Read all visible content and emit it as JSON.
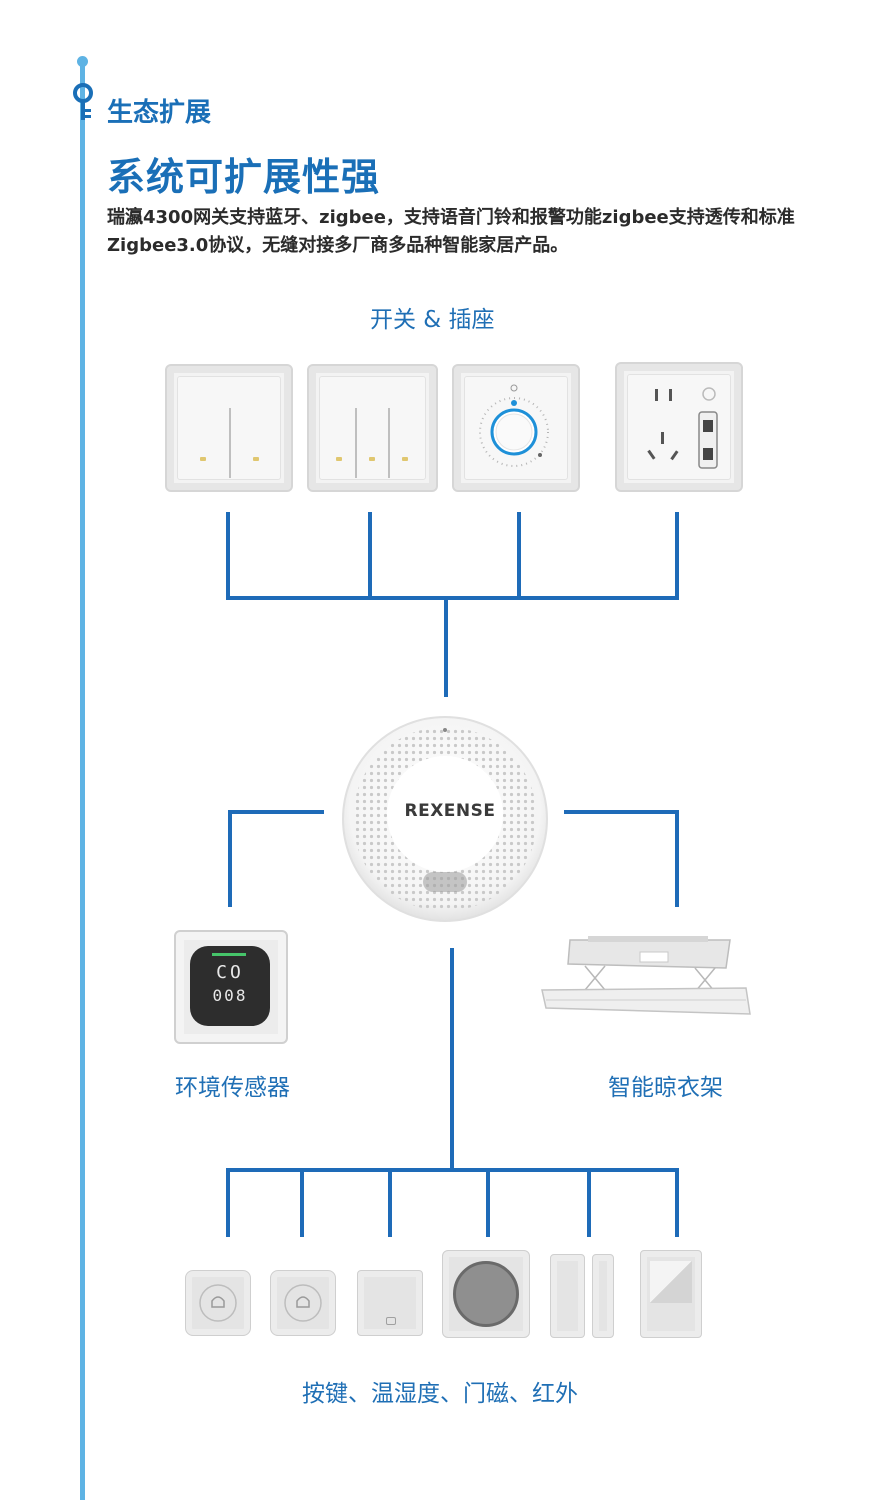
{
  "header": {
    "section": "生态扩展",
    "title": "系统可扩展性强",
    "description": "瑞瀛4300网关支持蓝牙、zigbee，支持语音门铃和报警功能zigbee支持透传和标准Zigbee3.0协议，无缝对接多厂商多品种智能家居产品。"
  },
  "groups": {
    "switches_label": "开关 & 插座",
    "sensor_label": "环境传感器",
    "rack_label": "智能晾衣架",
    "bottom_label": "按键、温湿度、门磁、红外"
  },
  "gateway": {
    "brand": "REXENSE"
  },
  "sensor": {
    "line1": "CO",
    "line2": "008"
  },
  "colors": {
    "accent": "#1a6fb7",
    "wire": "#1e6bb8",
    "sidebar": "#5eb3e4"
  }
}
